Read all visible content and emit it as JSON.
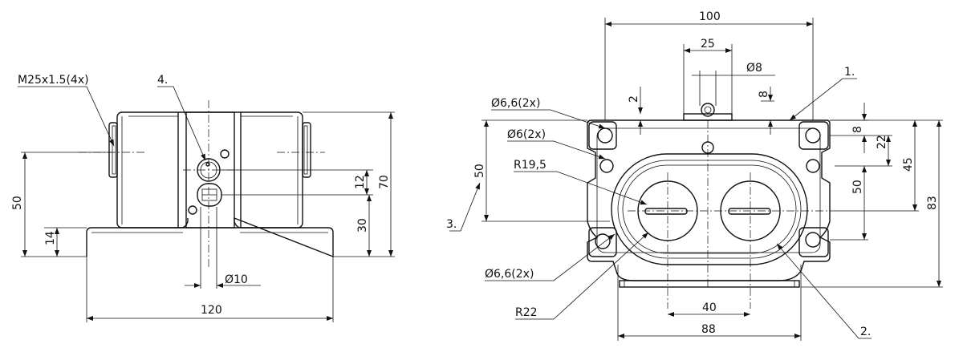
{
  "front_view": {
    "labels": {
      "thread": "M25x1.5(4x)",
      "item4": "4."
    },
    "dims": {
      "width_120": "120",
      "height_70": "70",
      "height_50": "50",
      "height_30": "30",
      "spacing_12": "12",
      "height_14": "14",
      "dia_10": "Ø10"
    }
  },
  "top_view": {
    "labels": {
      "item1": "1.",
      "item2": "2.",
      "item3": "3.",
      "hole_66_top": "Ø6,6(2x)",
      "hole_6": "Ø6(2x)",
      "radius_195": "R19,5",
      "hole_66_bottom": "Ø6,6(2x)",
      "radius_22": "R22"
    },
    "dims": {
      "width_100": "100",
      "width_25": "25",
      "dia_8": "Ø8",
      "gap_8": "8",
      "gap_2": "2",
      "right_8": "8",
      "right_22": "22",
      "right_45": "45",
      "right_50": "50",
      "right_83": "83",
      "left_50": "50",
      "bottom_40": "40",
      "bottom_88": "88"
    }
  }
}
